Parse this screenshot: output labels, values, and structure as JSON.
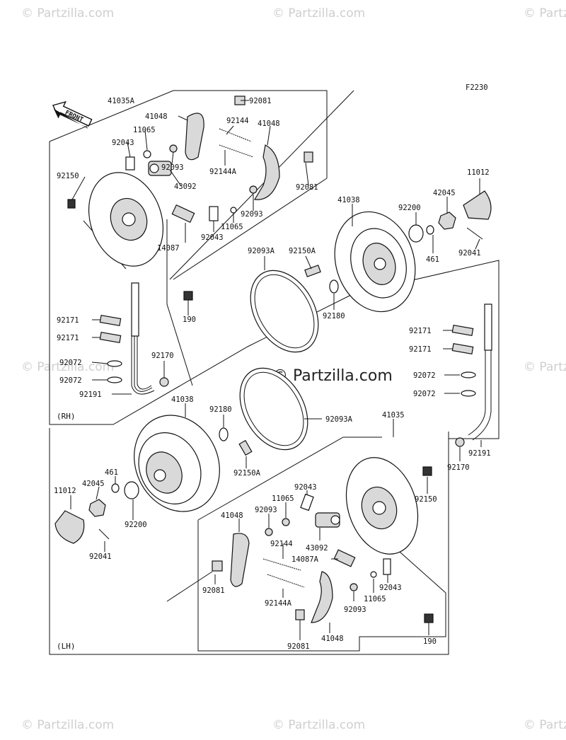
{
  "watermarks": {
    "brand": "© Partzilla.com",
    "center": "© Partzilla.com"
  },
  "diagram": {
    "code": "F2230",
    "front_badge": "FRONT",
    "rh_label": "(RH)",
    "lh_label": "(LH)",
    "rh_parts": [
      "41035A",
      "41048",
      "92081",
      "92144",
      "41048",
      "11065",
      "92043",
      "92093",
      "92144A",
      "92150",
      "43092",
      "92081",
      "92093",
      "11065",
      "92043",
      "14087",
      "190",
      "41038",
      "11012",
      "42045",
      "92200",
      "461",
      "92041",
      "92093A",
      "92150A",
      "92180",
      "92171",
      "92171",
      "92072",
      "92072",
      "92191",
      "92170"
    ],
    "lh_parts": [
      "92171",
      "92171",
      "92072",
      "92072",
      "92191",
      "92170",
      "41038",
      "92180",
      "92093A",
      "41035",
      "92150A",
      "461",
      "42045",
      "11012",
      "92200",
      "92041",
      "92043",
      "11065",
      "92093",
      "92150",
      "41048",
      "92144",
      "43092",
      "14087A",
      "92081",
      "92144A",
      "92043",
      "11065",
      "92093",
      "92081",
      "41048",
      "190"
    ]
  }
}
